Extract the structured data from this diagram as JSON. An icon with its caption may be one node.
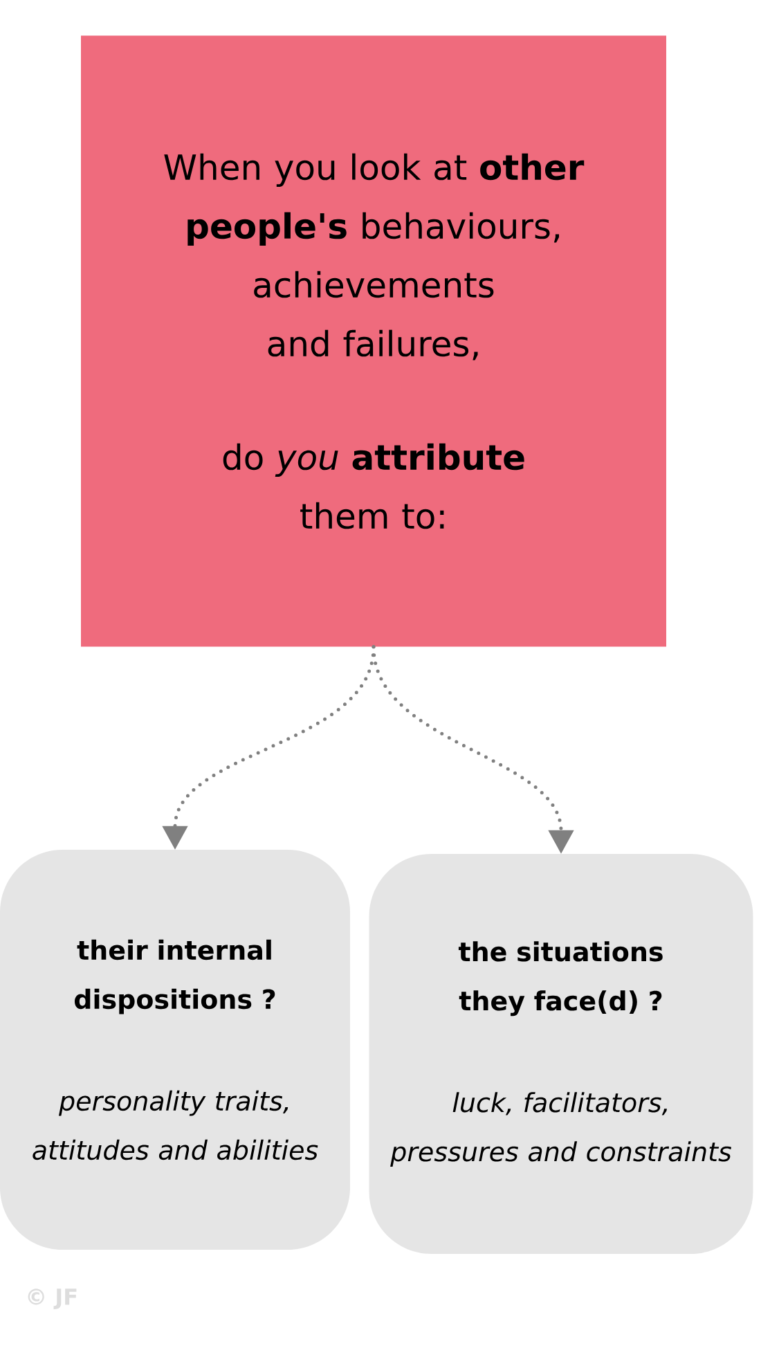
{
  "diagram": {
    "nodes": [
      {
        "text": [
          "When you look at **other people's** behaviours, achievements and failures,",
          "do *you* **attribute** them to:"
        ]
      },
      {
        "text": [
          "their internal dispositions ?",
          "personality traits, attitudes and abilities"
        ]
      },
      {
        "text": [
          "the situations they face(d) ?",
          "luck, facilitators, pressures and constraints"
        ]
      }
    ],
    "edges": [
      {
        "from": 0,
        "to": 1,
        "arrow": "to",
        "style": "dashed"
      },
      {
        "from": 0,
        "to": 2,
        "arrow": "to",
        "style": "dashed"
      }
    ],
    "labels": [
      "© JF"
    ]
  }
}
